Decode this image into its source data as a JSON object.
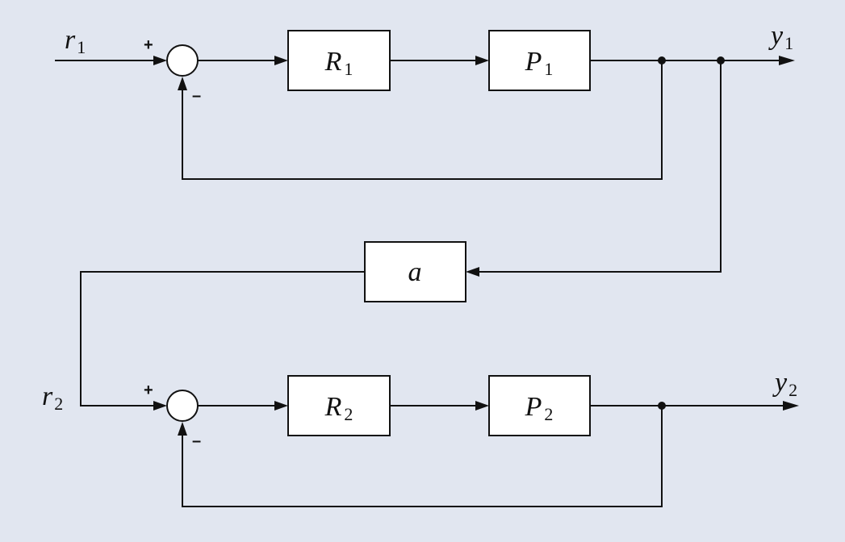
{
  "blocks": {
    "r1_block": {
      "main": "R",
      "sub": "1"
    },
    "p1_block": {
      "main": "P",
      "sub": "1"
    },
    "a_block": {
      "main": "a"
    },
    "r2_block": {
      "main": "R",
      "sub": "2"
    },
    "p2_block": {
      "main": "P",
      "sub": "2"
    }
  },
  "signals": {
    "r1": {
      "main": "r",
      "sub": "1"
    },
    "y1": {
      "main": "y",
      "sub": "1"
    },
    "r2": {
      "main": "r",
      "sub": "2"
    },
    "y2": {
      "main": "y",
      "sub": "2"
    }
  },
  "summing_junctions": {
    "top": {
      "plus": "+",
      "minus": "–"
    },
    "bottom": {
      "plus": "+",
      "minus": "–"
    }
  }
}
